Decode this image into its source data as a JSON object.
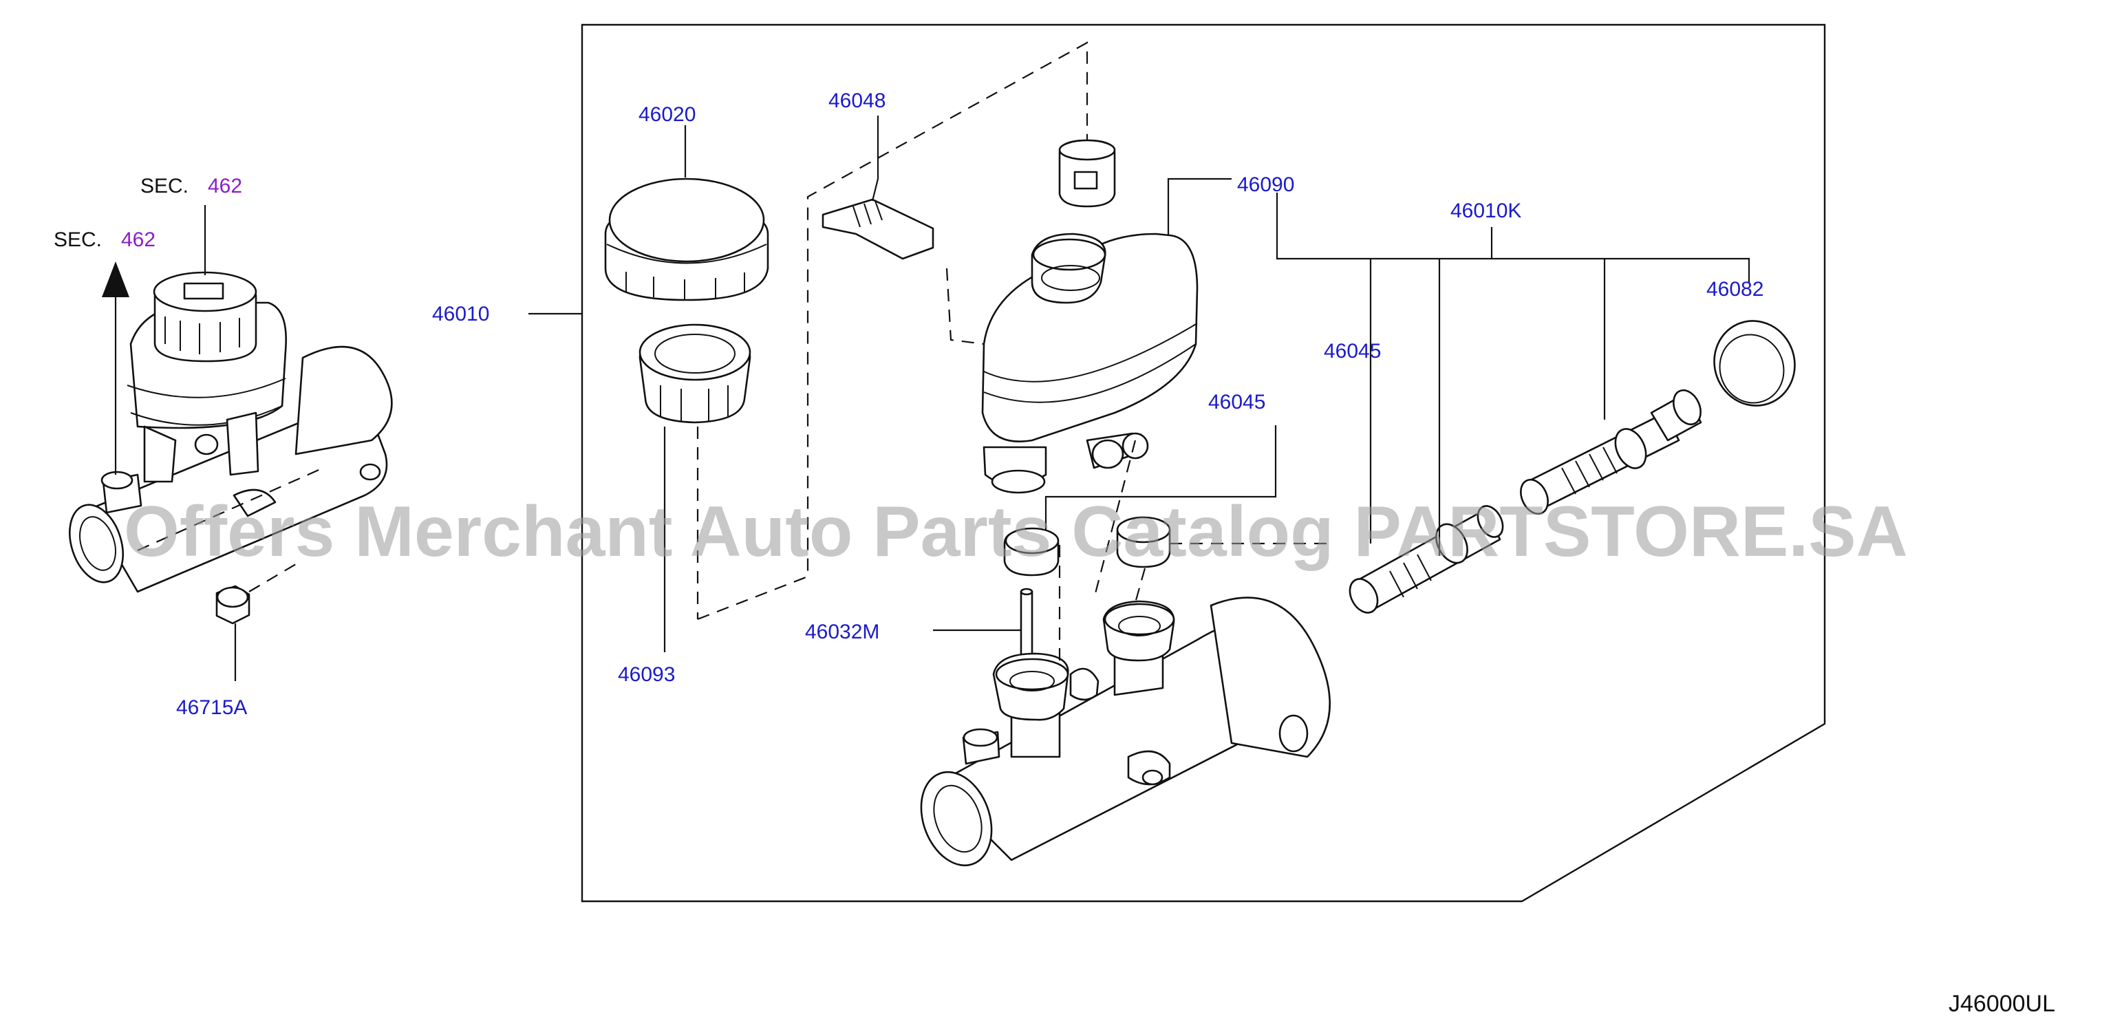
{
  "diagram_code": "J46000UL",
  "watermark": "Offers Merchant Auto Parts Catalog PARTSTORE.SA",
  "section_refs": [
    {
      "prefix": "SEC.",
      "number": "462"
    },
    {
      "prefix": "SEC.",
      "number": "462"
    }
  ],
  "callouts": {
    "p46020": "46020",
    "p46048": "46048",
    "p46090": "46090",
    "p46010K": "46010K",
    "p46082": "46082",
    "p46010": "46010",
    "p46045a": "46045",
    "p46045b": "46045",
    "p46032M": "46032M",
    "p46093": "46093",
    "p46715A": "46715A"
  },
  "colors": {
    "callout": "#1a1acc",
    "section_number": "#8a1ccc",
    "lines": "#111111",
    "watermark": "#9a9a9a"
  }
}
